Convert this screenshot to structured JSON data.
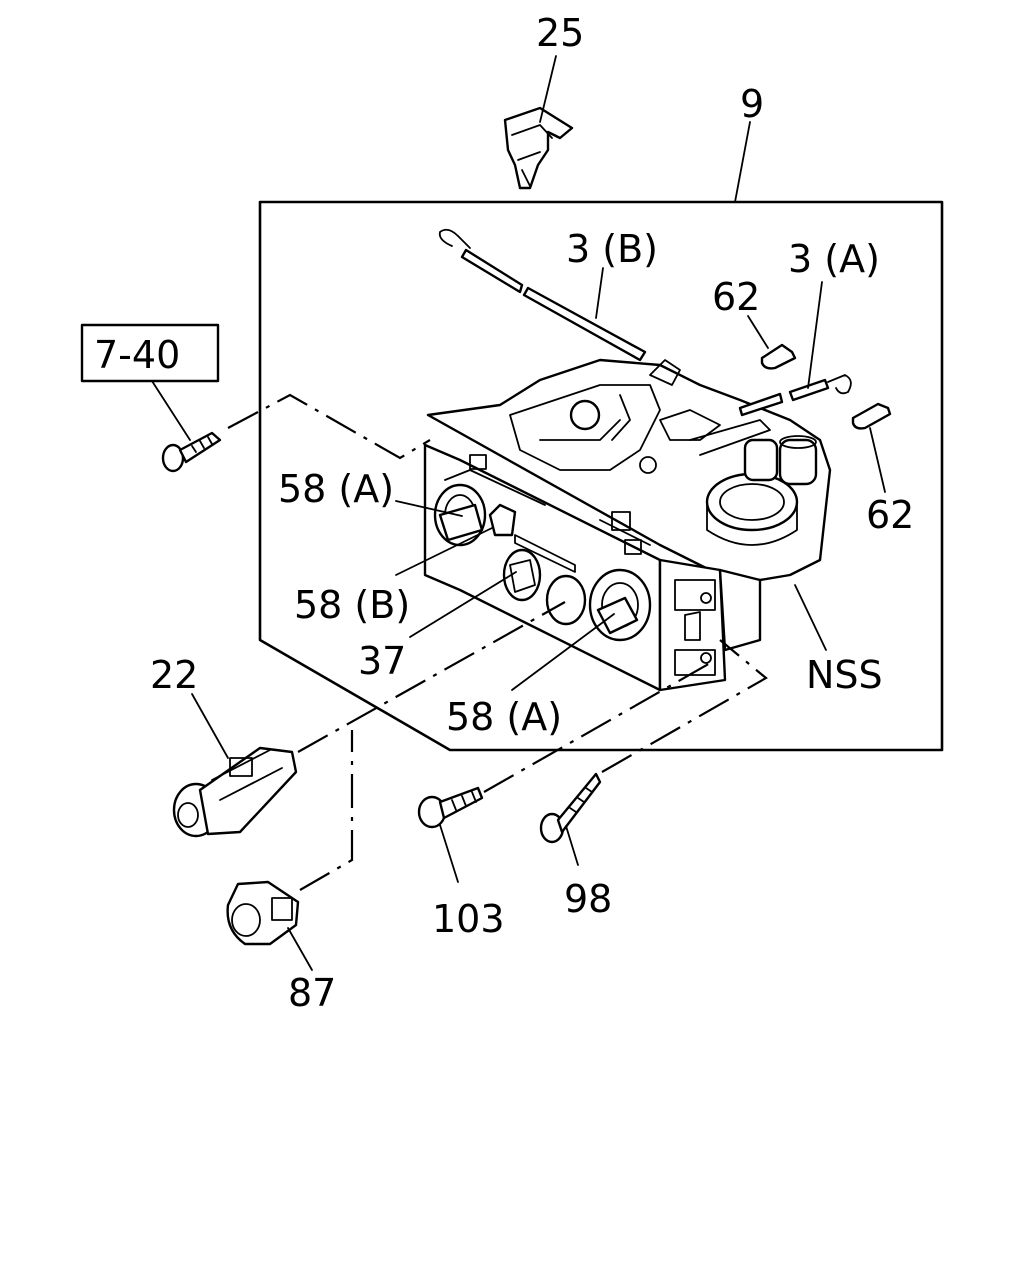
{
  "labels": {
    "p25": "25",
    "p9": "9",
    "p3b": "3 (B)",
    "p3a": "3 (A)",
    "p62_top": "62",
    "p62_right": "62",
    "ref_7_40": "7-40",
    "p58a_upper": "58 (A)",
    "p58b": "58 (B)",
    "p37": "37",
    "p58a_lower": "58 (A)",
    "pNSS": "NSS",
    "p22": "22",
    "p103": "103",
    "p98": "98",
    "p87": "87"
  }
}
